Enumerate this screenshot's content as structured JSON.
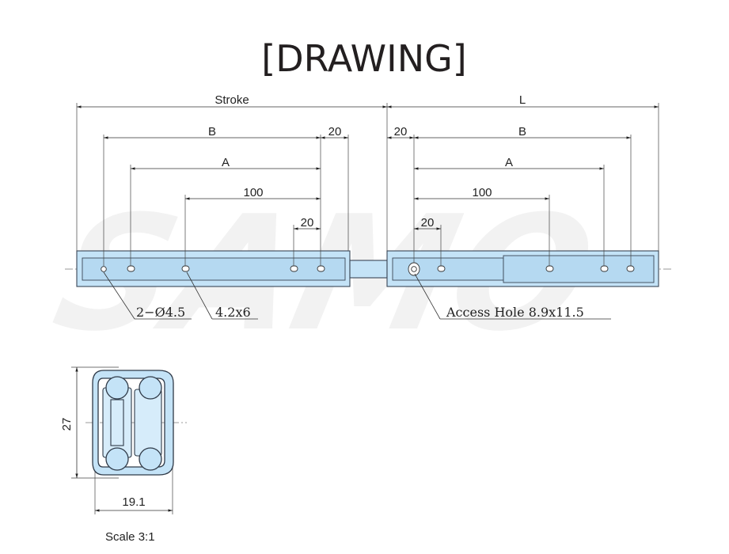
{
  "title": "[DRAWING]",
  "watermark": "SAMO",
  "top_view": {
    "stroke_label": "Stroke",
    "length_label": "L",
    "left": {
      "b_label": "B",
      "a_label": "A",
      "d100_label": "100",
      "d20_top_label": "20",
      "d20_inner_label": "20"
    },
    "right": {
      "b_label": "B",
      "a_label": "A",
      "d100_label": "100",
      "d20_top_label": "20",
      "d20_inner_label": "20"
    },
    "callouts": {
      "hole_dia": "2−Ø4.5",
      "slot": "4.2x6",
      "access_hole": "Access Hole 8.9x11.5"
    }
  },
  "profile_view": {
    "height_label": "27",
    "width_label": "19.1",
    "scale_label": "Scale 3:1"
  },
  "colors": {
    "rail_fill": "#c4e3f7",
    "line": "#333333",
    "text": "#231f20"
  }
}
